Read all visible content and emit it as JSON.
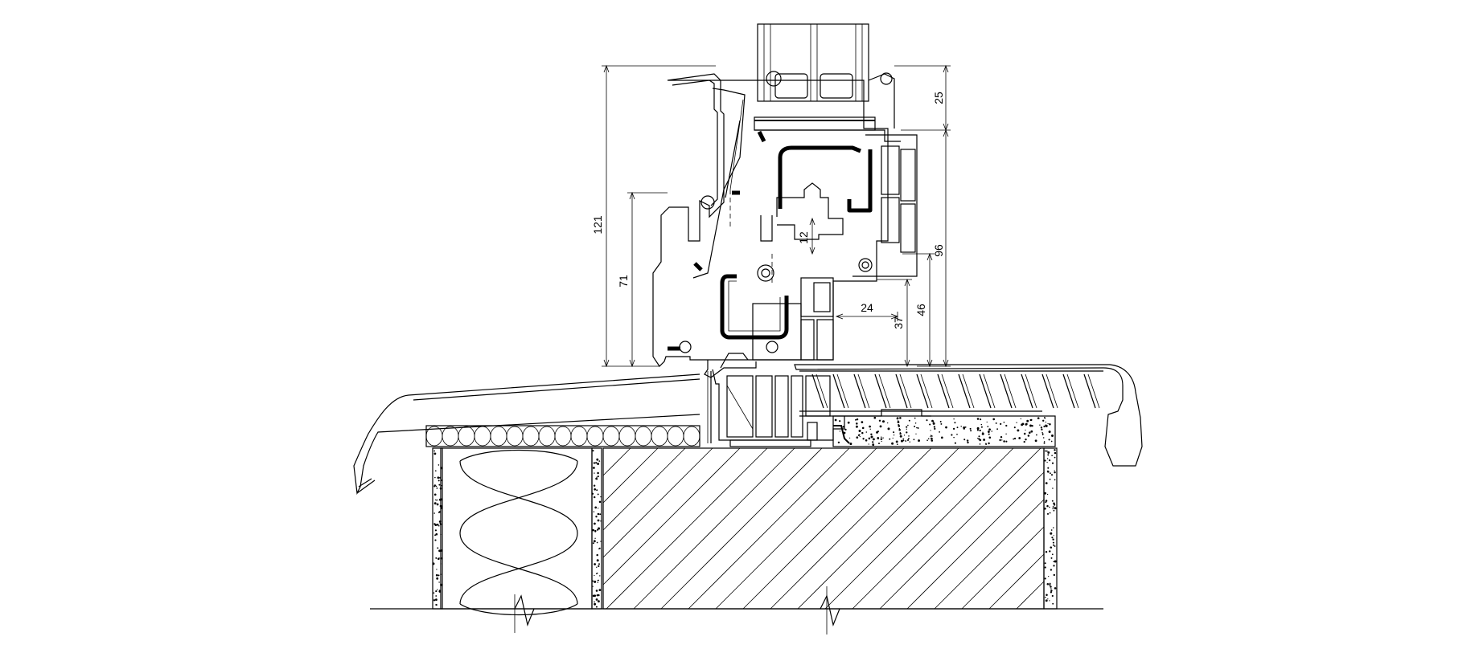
{
  "drawing": {
    "dimensions": {
      "d121": "121",
      "d71": "71",
      "d25": "25",
      "d96": "96",
      "d12": "12",
      "d24": "24",
      "d37": "37",
      "d46": "46"
    }
  }
}
